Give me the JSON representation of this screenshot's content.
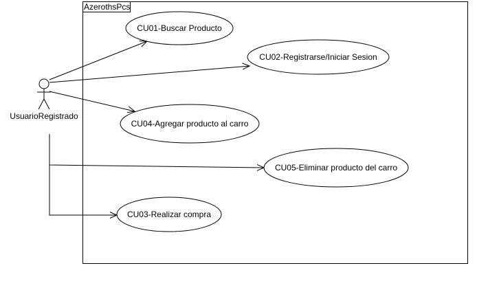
{
  "diagram": {
    "system": {
      "name": "AzerothsPcs"
    },
    "actor": {
      "name": "UsuarioRegistrado"
    },
    "use_cases": [
      {
        "id": "cu01",
        "label": "CU01-Buscar Producto"
      },
      {
        "id": "cu02",
        "label": "CU02-Registrarse/Iniciar Sesion"
      },
      {
        "id": "cu04",
        "label": "CU04-Agregar producto al carro"
      },
      {
        "id": "cu05",
        "label": "CU05-Eliminar producto del carro"
      },
      {
        "id": "cu03",
        "label": "CU03-Realizar compra"
      }
    ],
    "associations": [
      {
        "from": "actor",
        "to": "cu01"
      },
      {
        "from": "actor",
        "to": "cu02"
      },
      {
        "from": "actor",
        "to": "cu04"
      },
      {
        "from": "actor",
        "to": "cu05"
      },
      {
        "from": "actor",
        "to": "cu03"
      }
    ]
  }
}
